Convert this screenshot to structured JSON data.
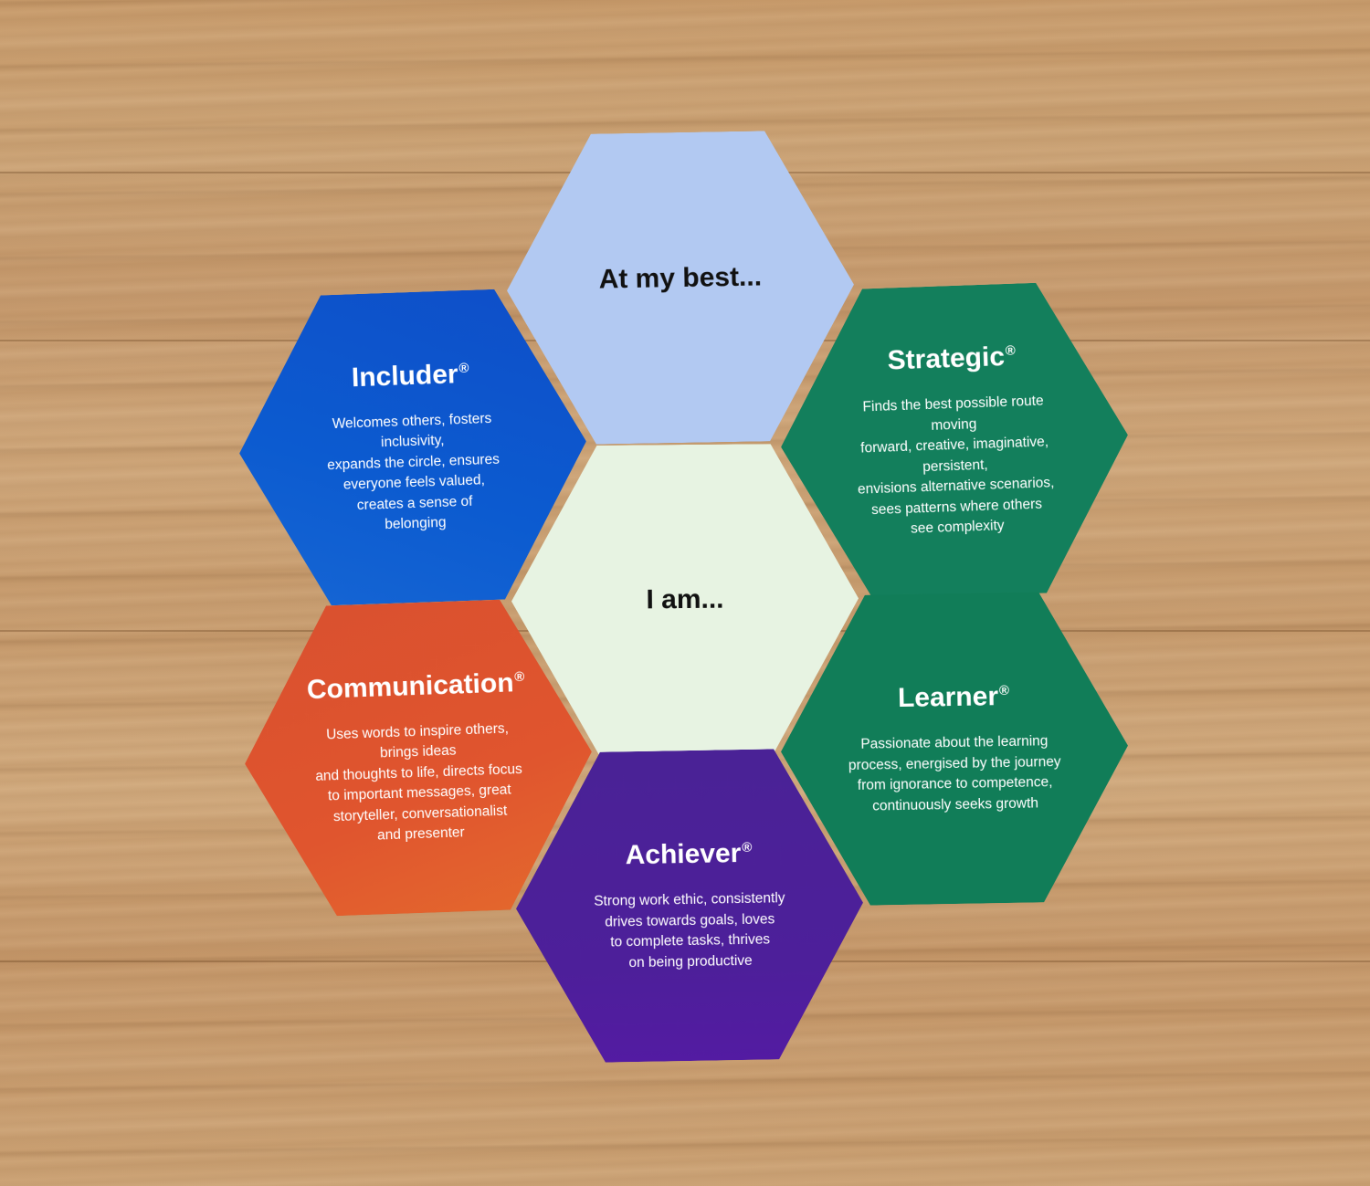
{
  "cards": {
    "top": {
      "text": "At my best...",
      "color": "#b2c9f2"
    },
    "center": {
      "text": "I am...",
      "color": "#e7f3e2"
    },
    "includer": {
      "title": "Includer",
      "mark": "®",
      "description": "Welcomes others, fosters inclusivity,\nexpands the circle, ensures\neveryone feels valued,\ncreates a sense of\nbelonging",
      "color": "#0c5bd0"
    },
    "strategic": {
      "title": "Strategic",
      "mark": "®",
      "description": "Finds the best possible route moving\nforward, creative, imaginative, persistent,\nenvisions alternative scenarios,\nsees patterns where others\nsee complexity",
      "color": "#137f5c"
    },
    "communication": {
      "title": "Communication",
      "mark": "®",
      "description": "Uses words to inspire others, brings ideas\nand thoughts to life, directs focus\nto important messages, great\nstoryteller, conversationalist\nand presenter",
      "color": "#e0552e"
    },
    "learner": {
      "title": "Learner",
      "mark": "®",
      "description": "Passionate about the learning\nprocess, energised by the journey\nfrom ignorance to competence,\ncontinuously seeks growth",
      "color": "#117d58"
    },
    "achiever": {
      "title": "Achiever",
      "mark": "®",
      "description": "Strong work ethic, consistently\ndrives towards goals, loves\nto complete tasks, thrives\non being productive",
      "color": "#4d1f9a"
    }
  }
}
